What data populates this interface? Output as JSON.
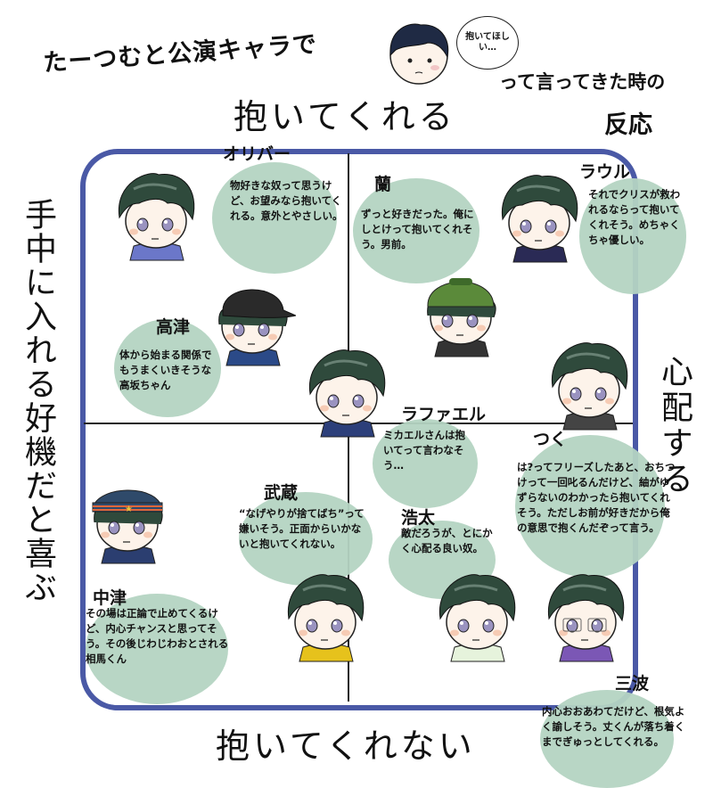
{
  "header": {
    "title_line1": "たーつむと公演キャラで",
    "title_line2": "って言ってきた時の",
    "title_line3": "反応",
    "speech_bubble": "抱いてほしい…"
  },
  "axes": {
    "top": "抱いてくれる",
    "bottom": "抱いてくれない",
    "left": "手中に入れる好機だと喜ぶ",
    "right": "心配する"
  },
  "colors": {
    "frame": "#4a59a6",
    "blob": "#b4d4c2",
    "hair": "#2f4a3c"
  },
  "characters": [
    {
      "name": "オリバー",
      "comment": "物好きな奴って思うけど、お望みなら抱いてくれる。意外とやさしい。"
    },
    {
      "name": "蘭",
      "comment": "ずっと好きだった。俺にしとけって抱いてくれそう。男前。"
    },
    {
      "name": "ラウル",
      "comment": "それでクリスが救われるならって抱いてくれそう。めちゃくちゃ優しい。"
    },
    {
      "name": "高津",
      "comment": "体から始まる関係でもうまくいきそうな高坂ちゃん"
    },
    {
      "name": "ラファエル",
      "comment": "ミカエルさんは抱いてって言わなそう…"
    },
    {
      "name": "つく",
      "comment": "は?ってフリーズしたあと、おちつけって一回叱るんだけど、紬がゆずらないのわかったら抱いてくれそう。ただしお前が好きだから俺の意思で抱くんだぞって言う。"
    },
    {
      "name": "武蔵",
      "comment": "“なげやりが捨てばち”って嫌いそう。正面からいかないと抱いてくれない。"
    },
    {
      "name": "浩太",
      "comment": "敵だろうが、とにかく心配る良い奴。"
    },
    {
      "name": "中津",
      "comment": "その場は正論で止めてくるけど、内心チャンスと思ってそう。その後じわじわおとされる相馬くん"
    },
    {
      "name": "三波",
      "comment": "内心おおあわてだけど、根気よく諭しそう。丈くんが落ち着くまでぎゅっとしてくれる。"
    }
  ]
}
